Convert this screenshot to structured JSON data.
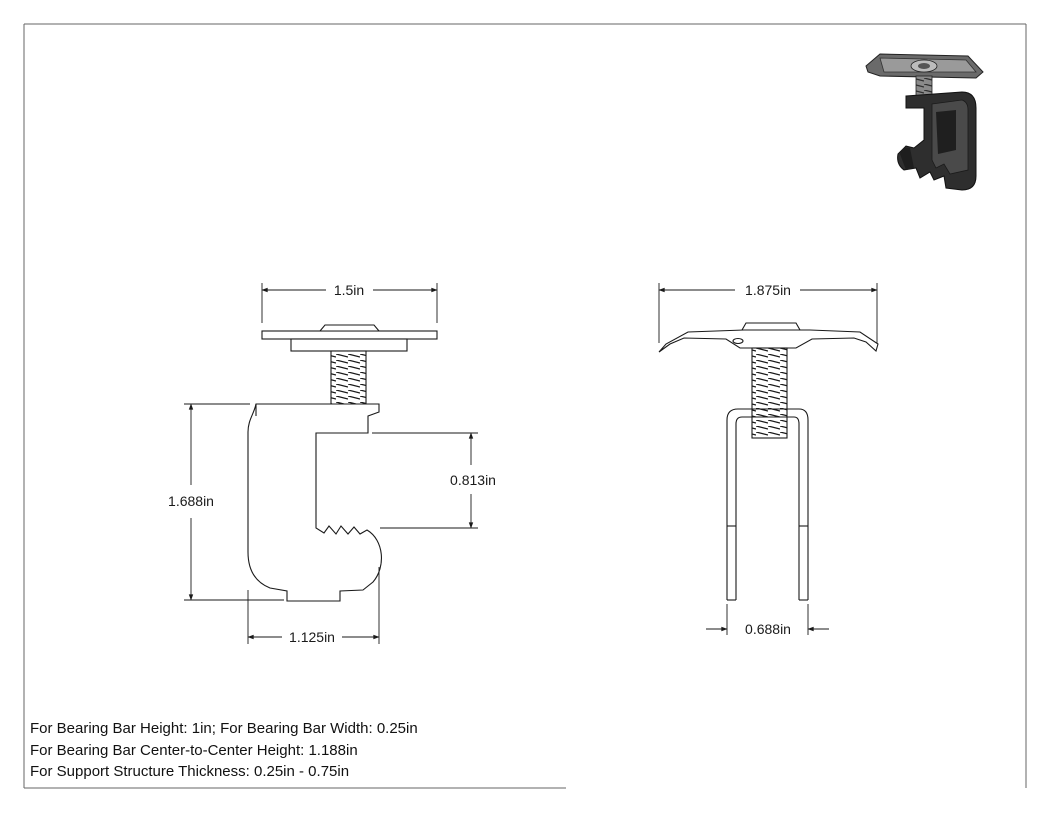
{
  "dimensions": {
    "front_width": "1.5in",
    "front_height": "1.688in",
    "jaw_opening": "0.813in",
    "base_width": "1.125in",
    "side_width": "1.875in",
    "leg_spacing": "0.688in"
  },
  "notes": [
    "For Bearing Bar Height: 1in; For Bearing Bar Width: 0.25in",
    "For Bearing Bar Center-to-Center Height: 1.188in",
    "For Support Structure Thickness: 0.25in - 0.75in"
  ],
  "colors": {
    "line": "#1a1a1a",
    "part_fill": "#ffffff",
    "iso_dark": "#2a2a2a",
    "iso_mid": "#5a5a5a",
    "iso_light": "#9a9a9a"
  }
}
